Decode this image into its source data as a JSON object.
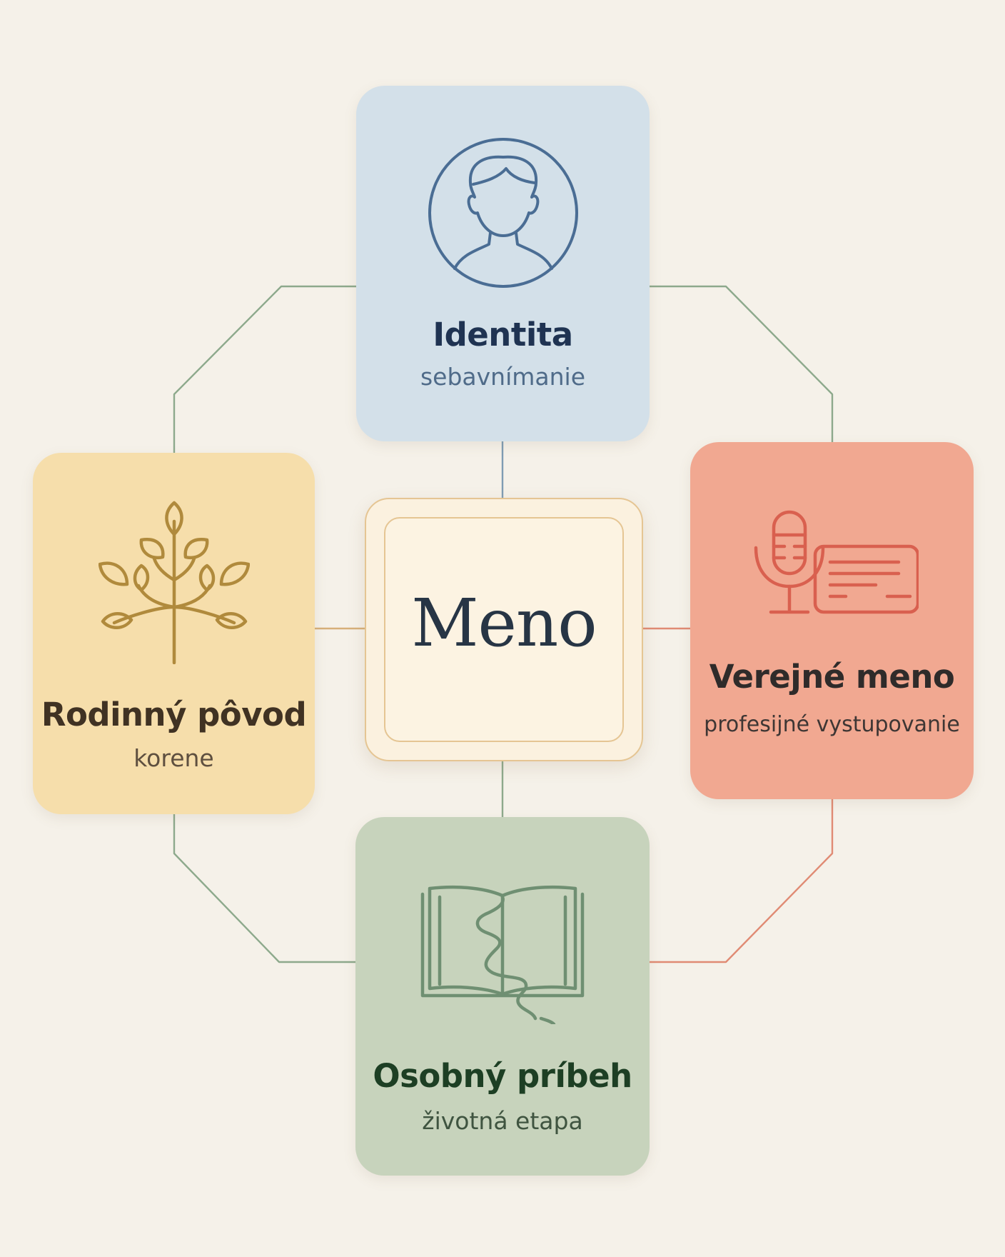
{
  "center": {
    "label": "Meno"
  },
  "nodes": [
    {
      "id": "identity",
      "title": "Identita",
      "subtitle": "sebavnímanie",
      "icon": "person-icon",
      "color": "#d3e0e9",
      "line_color": "#8da98c"
    },
    {
      "id": "public_name",
      "title": "Verejné meno",
      "subtitle": "profesijné vystupovanie",
      "icon": "microphone-card-icon",
      "color": "#f1a891",
      "line_color": "#e08b74"
    },
    {
      "id": "family_origin",
      "title": "Rodinný pôvod",
      "subtitle": "korene",
      "icon": "tree-sprout-icon",
      "color": "#f6deab",
      "line_color": "#d7b07a"
    },
    {
      "id": "personal_story",
      "title": "Osobný príbeh",
      "subtitle": "životná etapa",
      "icon": "open-book-path-icon",
      "color": "#c7d3bc",
      "line_color": "#8da98c"
    }
  ],
  "colors": {
    "background": "#f5f1e9",
    "connector_green": "#8da98c",
    "connector_blue": "#7f9cb3",
    "connector_coral": "#e08b74",
    "connector_gold": "#d7b07a"
  }
}
